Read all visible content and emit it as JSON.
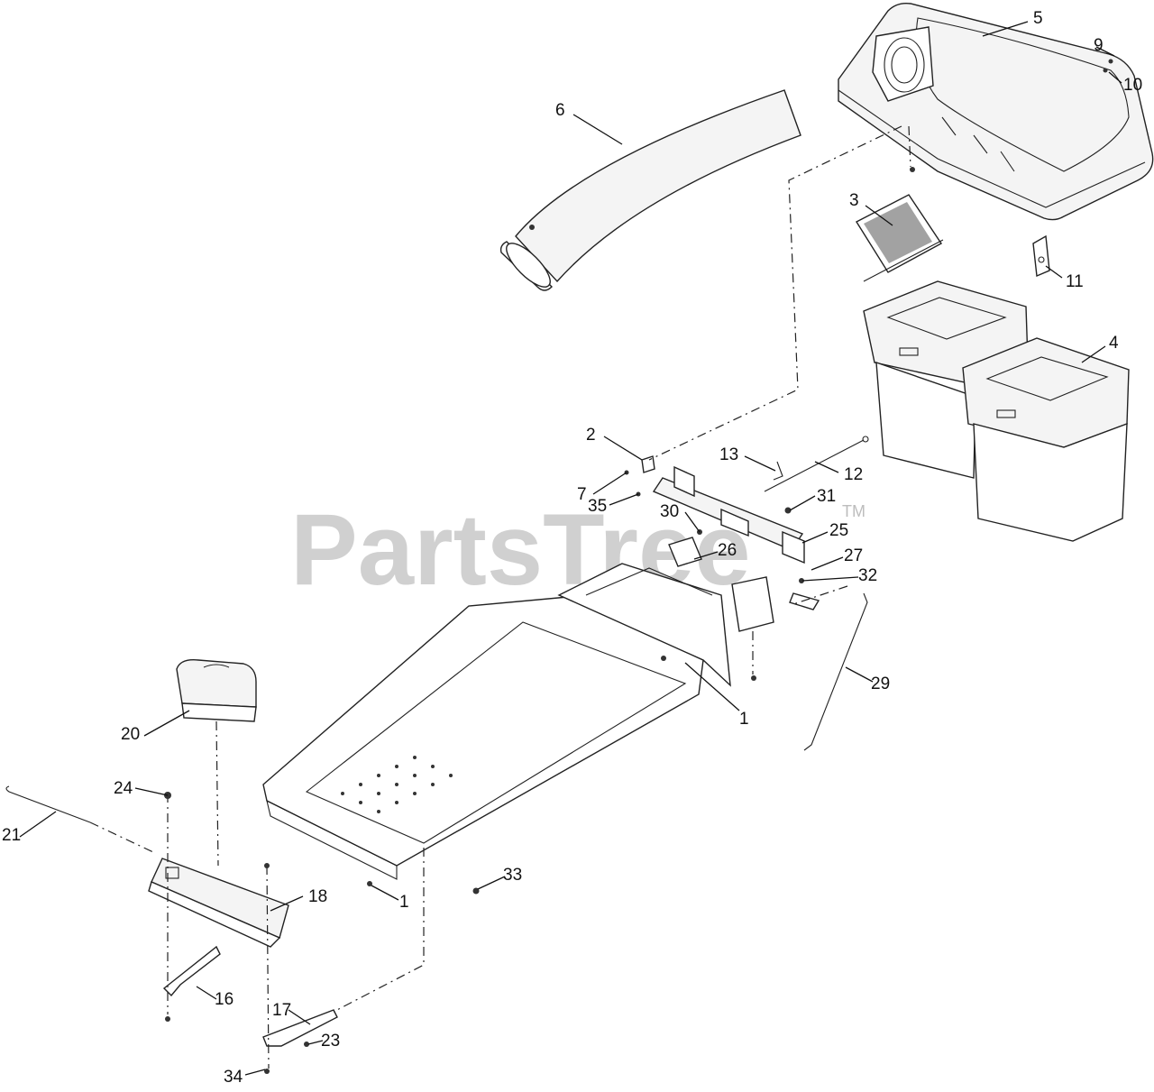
{
  "watermark": {
    "text": "PartsTree",
    "mark": "TM"
  },
  "callouts": {
    "c1a": "1",
    "c1b": "1",
    "c2": "2",
    "c3": "3",
    "c4": "4",
    "c5": "5",
    "c6": "6",
    "c7": "7",
    "c9": "9",
    "c10": "10",
    "c11": "11",
    "c12": "12",
    "c13": "13",
    "c16": "16",
    "c17": "17",
    "c18": "18",
    "c20": "20",
    "c21": "21",
    "c23": "23",
    "c24": "24",
    "c25": "25",
    "c26": "26",
    "c27": "27",
    "c29": "29",
    "c30": "30",
    "c31": "31",
    "c32": "32",
    "c33": "33",
    "c34": "34",
    "c35": "35"
  }
}
